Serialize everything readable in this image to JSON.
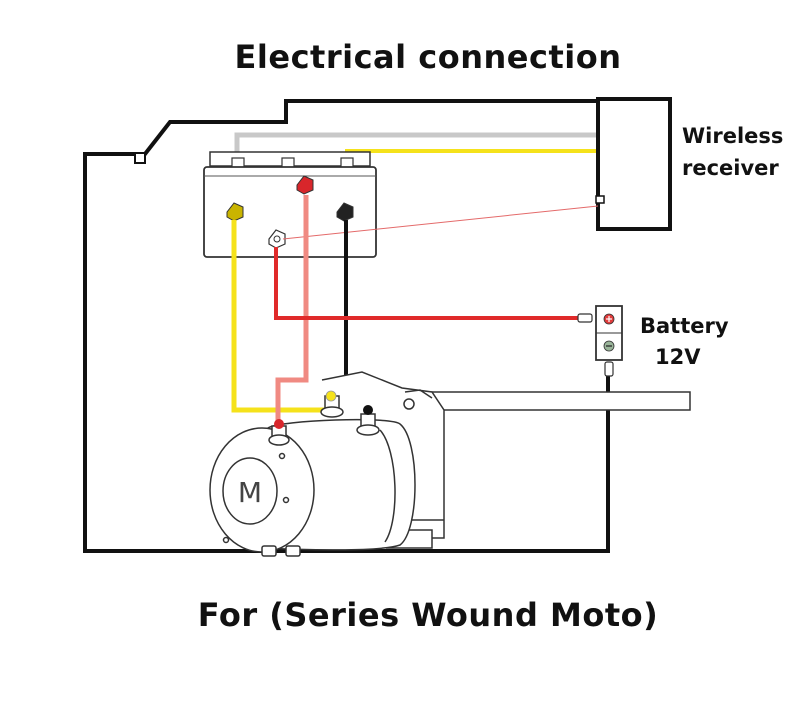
{
  "title": "Electrical  connection",
  "subtitle": "For  (Series Wound Moto)",
  "labels": {
    "receiver_line1": "Wireless",
    "receiver_line2": "receiver",
    "battery_line1": "Battery",
    "battery_line2": "12V",
    "motor_letter": "M"
  },
  "colors": {
    "black_wire": "#111111",
    "grey_wire": "#c8c8c8",
    "yellow_wire": "#f5e21b",
    "red_wire": "#e02a2a",
    "pink_wire": "#f08a82",
    "thin_red_wire": "#e46a6a",
    "terminal_yellow": "#c9b400",
    "terminal_red": "#d8262b"
  }
}
